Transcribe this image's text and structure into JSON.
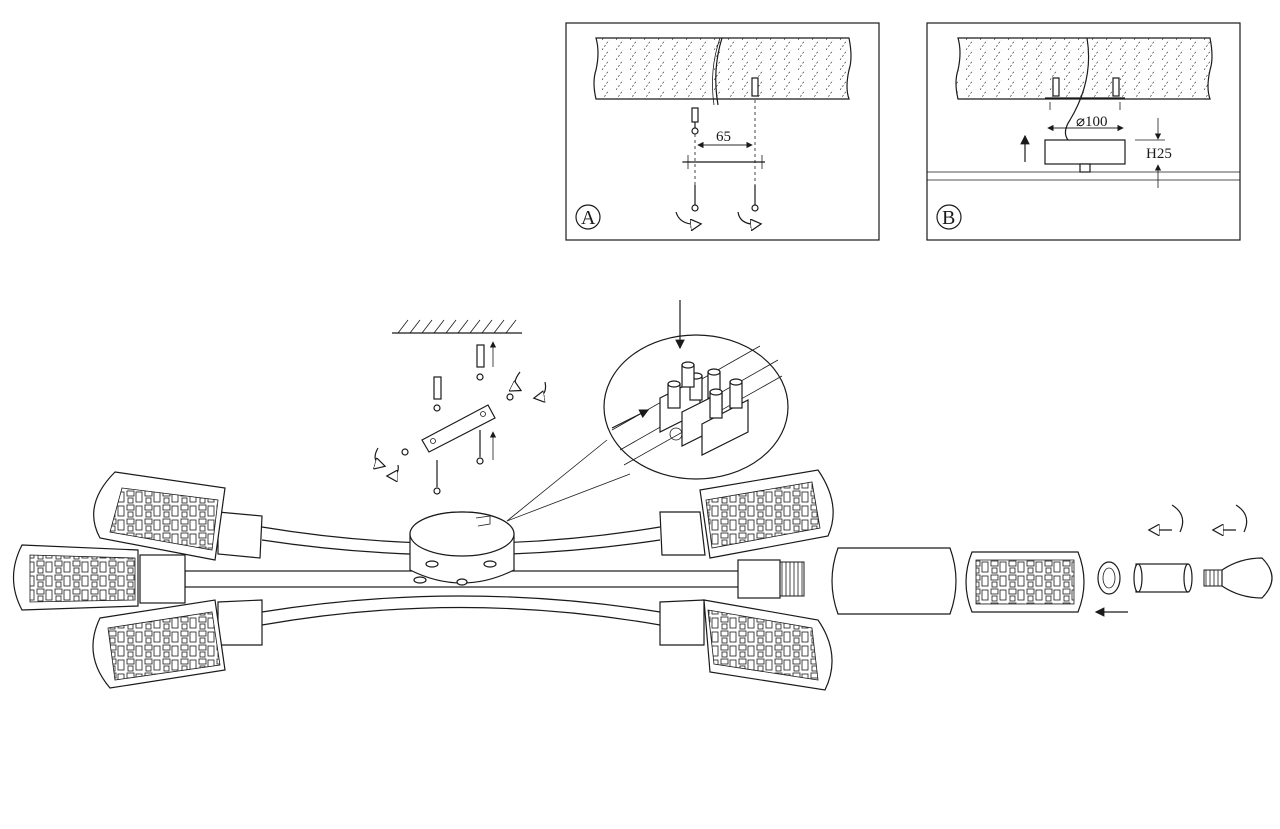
{
  "panels": {
    "a": {
      "letter": "A",
      "dimension": "65"
    },
    "b": {
      "letter": "B",
      "diameter": "⌀100",
      "height": "H25"
    }
  },
  "colors": {
    "line": "#1a1a1a",
    "background": "#ffffff"
  },
  "icons": [
    "circular-arrow-icon",
    "up-arrow-icon",
    "down-arrow-icon",
    "left-arrow-icon"
  ]
}
